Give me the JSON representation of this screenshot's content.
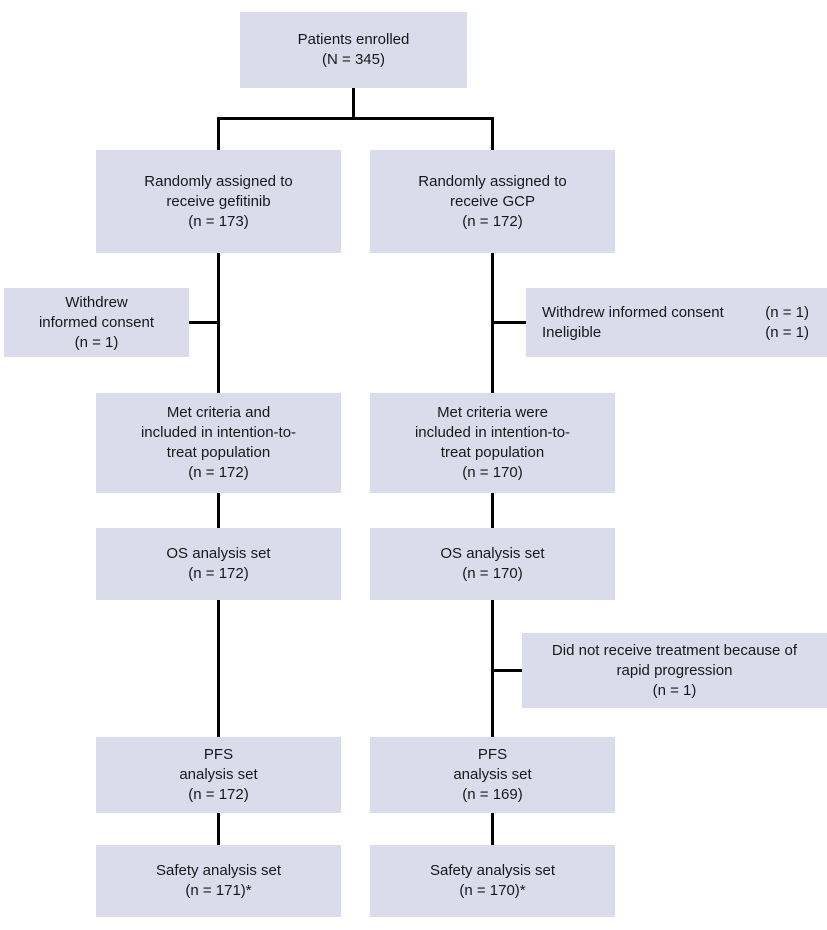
{
  "diagram": {
    "type": "consort-flowchart",
    "colors": {
      "box_fill": "#dadcec",
      "connector": "#000000",
      "text": "#181818",
      "background": "#ffffff"
    },
    "boxes": {
      "enrolled": {
        "text": "Patients enrolled\n(N = 345)"
      },
      "arm_gefitinib": {
        "text": "Randomly assigned to\nreceive gefitinib\n(n = 173)"
      },
      "arm_gcp": {
        "text": "Randomly assigned to\nreceive GCP\n(n = 172)"
      },
      "withdrew_left": {
        "text": "Withdrew\ninformed consent\n(n = 1)"
      },
      "withdrew_right": {
        "rows": [
          {
            "label": "Withdrew informed consent",
            "value": "(n = 1)"
          },
          {
            "label": "Ineligible",
            "value": "(n = 1)"
          }
        ]
      },
      "itt_left": {
        "text": "Met criteria and\nincluded in intention-to-\ntreat population\n(n = 172)"
      },
      "itt_right": {
        "text": "Met criteria were\nincluded in intention-to-\ntreat population\n(n = 170)"
      },
      "os_left": {
        "text": "OS analysis set\n(n = 172)"
      },
      "os_right": {
        "text": "OS analysis set\n(n = 170)"
      },
      "no_treatment": {
        "text": "Did not receive treatment because of\nrapid progression\n(n = 1)"
      },
      "pfs_left": {
        "text": "PFS\nanalysis set\n(n = 172)"
      },
      "pfs_right": {
        "text": "PFS\nanalysis set\n(n = 169)"
      },
      "safety_left": {
        "text": "Safety analysis set\n(n = 171)*"
      },
      "safety_right": {
        "text": "Safety analysis set\n(n = 170)*"
      }
    }
  }
}
